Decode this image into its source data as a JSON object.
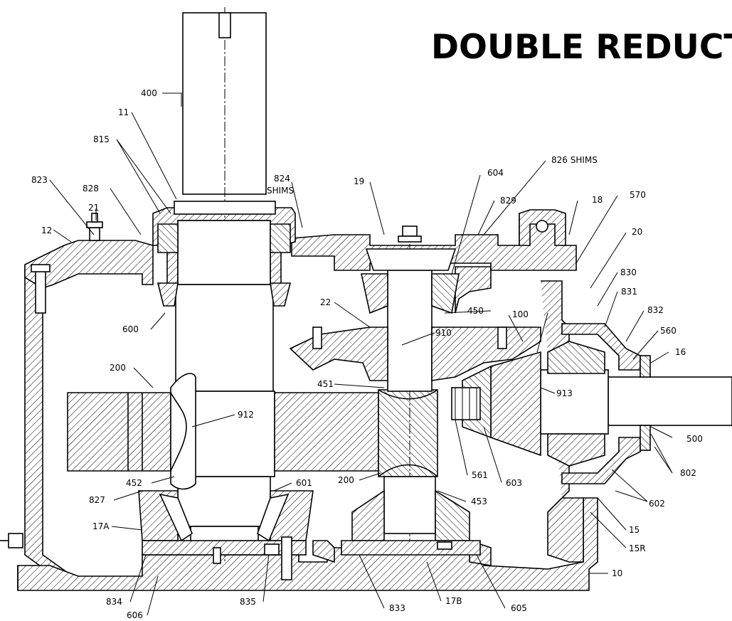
{
  "title": "DOUBLE REDUCTI",
  "callouts": {
    "c400": "400",
    "c11": "11",
    "c815": "815",
    "c823": "823",
    "c828": "828",
    "c21": "21",
    "c12": "12",
    "c824": "824",
    "c824b": "SHIMS",
    "c19": "19",
    "c604": "604",
    "c826": "826 SHIMS",
    "c829": "829",
    "c18": "18",
    "c570": "570",
    "c20": "20",
    "c830": "830",
    "c831": "831",
    "c832": "832",
    "c560": "560",
    "c16": "16",
    "c600": "600",
    "c22": "22",
    "c450": "450",
    "c100": "100",
    "c910": "910",
    "c200a": "200",
    "c451": "451",
    "c913": "913",
    "c912": "912",
    "c500": "500",
    "c802": "802",
    "c561": "561",
    "c603": "603",
    "c200b": "200",
    "c452": "452",
    "c601": "601",
    "c827": "827",
    "c453": "453",
    "c602": "602",
    "c17A": "17A",
    "c15": "15",
    "c15R": "15R",
    "c10": "10",
    "c834": "834",
    "c835": "835",
    "c833": "833",
    "c17B": "17B",
    "c605": "605",
    "c606": "606"
  },
  "colors": {
    "ink": "#000000",
    "paper": "#ffffff"
  }
}
